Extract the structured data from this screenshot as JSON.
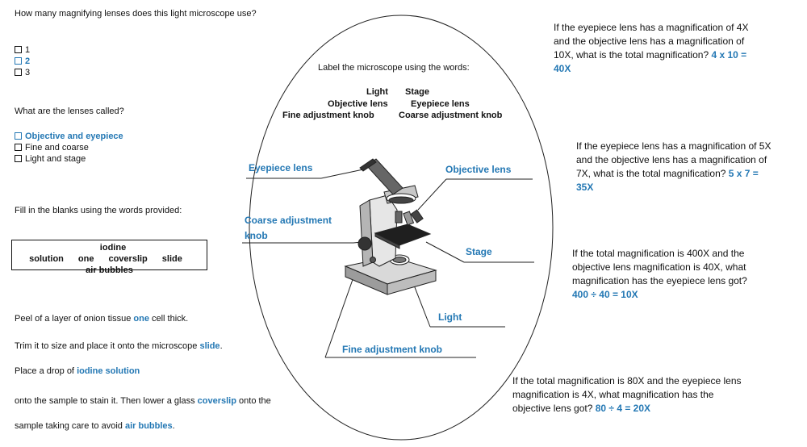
{
  "q1": {
    "question": "How many magnifying lenses does this light microscope use?",
    "options": [
      "1",
      "2",
      "3"
    ],
    "selected_index": 1
  },
  "q2": {
    "question": "What are the lenses called?",
    "options": [
      "Objective and eyepiece",
      "Fine and coarse",
      "Light and stage"
    ],
    "selected_index": 0
  },
  "fill": {
    "instruction": "Fill in the blanks using the words provided:",
    "words_row1": [
      "iodine solution",
      "one",
      "coverslip",
      "slide"
    ],
    "words_row2": [
      "air bubbles"
    ],
    "s1_pre": "Peel of a layer of onion tissue ",
    "s1_ans": "one",
    "s1_post": " cell thick.",
    "s2_pre": "Trim it to size and place it onto the microscope ",
    "s2_ans": "slide",
    "s2_post": ".",
    "s3_pre": "Place a drop of ",
    "s3_ans": "iodine solution",
    "s4_pre": "onto the sample to stain it. Then lower a glass ",
    "s4_ans": "coverslip",
    "s4_post": " onto the",
    "s5_pre": "sample taking care to avoid ",
    "s5_ans": "air bubbles",
    "s5_post": "."
  },
  "diagram": {
    "instruction": "Label the microscope using the words:",
    "bank": [
      "Light",
      "Stage",
      "Objective lens",
      "Eyepiece lens",
      "Fine adjustment knob",
      "Coarse adjustment knob"
    ],
    "labels": {
      "eyepiece": "Eyepiece lens",
      "objective": "Objective lens",
      "coarse_l1": "Coarse adjustment",
      "coarse_l2": "knob",
      "stage": "Stage",
      "light": "Light",
      "fine": "Fine adjustment knob"
    }
  },
  "calc": {
    "c1_l1": "If the eyepiece lens has a magnification of 4X",
    "c1_l2": "and the objective lens has a magnification of",
    "c1_l3": "10X, what is the total magnification? ",
    "c1_a1": "4 x 10 =",
    "c1_a2": "40X",
    "c2_l1": "If the eyepiece lens has a magnification of 5X",
    "c2_l2": "and the objective lens has a magnification of",
    "c2_l3": "7X, what is the total magnification? ",
    "c2_a1": "5 x 7 =",
    "c2_a2": "35X",
    "c3_l1": "If the total magnification is 400X and the",
    "c3_l2": "objective lens magnification is 40X, what",
    "c3_l3": "magnification has the eyepiece lens got?",
    "c3_a": "400 ÷ 40 = 10X",
    "c4_l1": "If the total magnification is 80X and the eyepiece lens",
    "c4_l2": "magnification is 4X, what magnification has the",
    "c4_l3": "objective lens got? ",
    "c4_a": "80 ÷ 4 = 20X"
  },
  "colors": {
    "answer": "#2478b4",
    "text": "#111111"
  }
}
